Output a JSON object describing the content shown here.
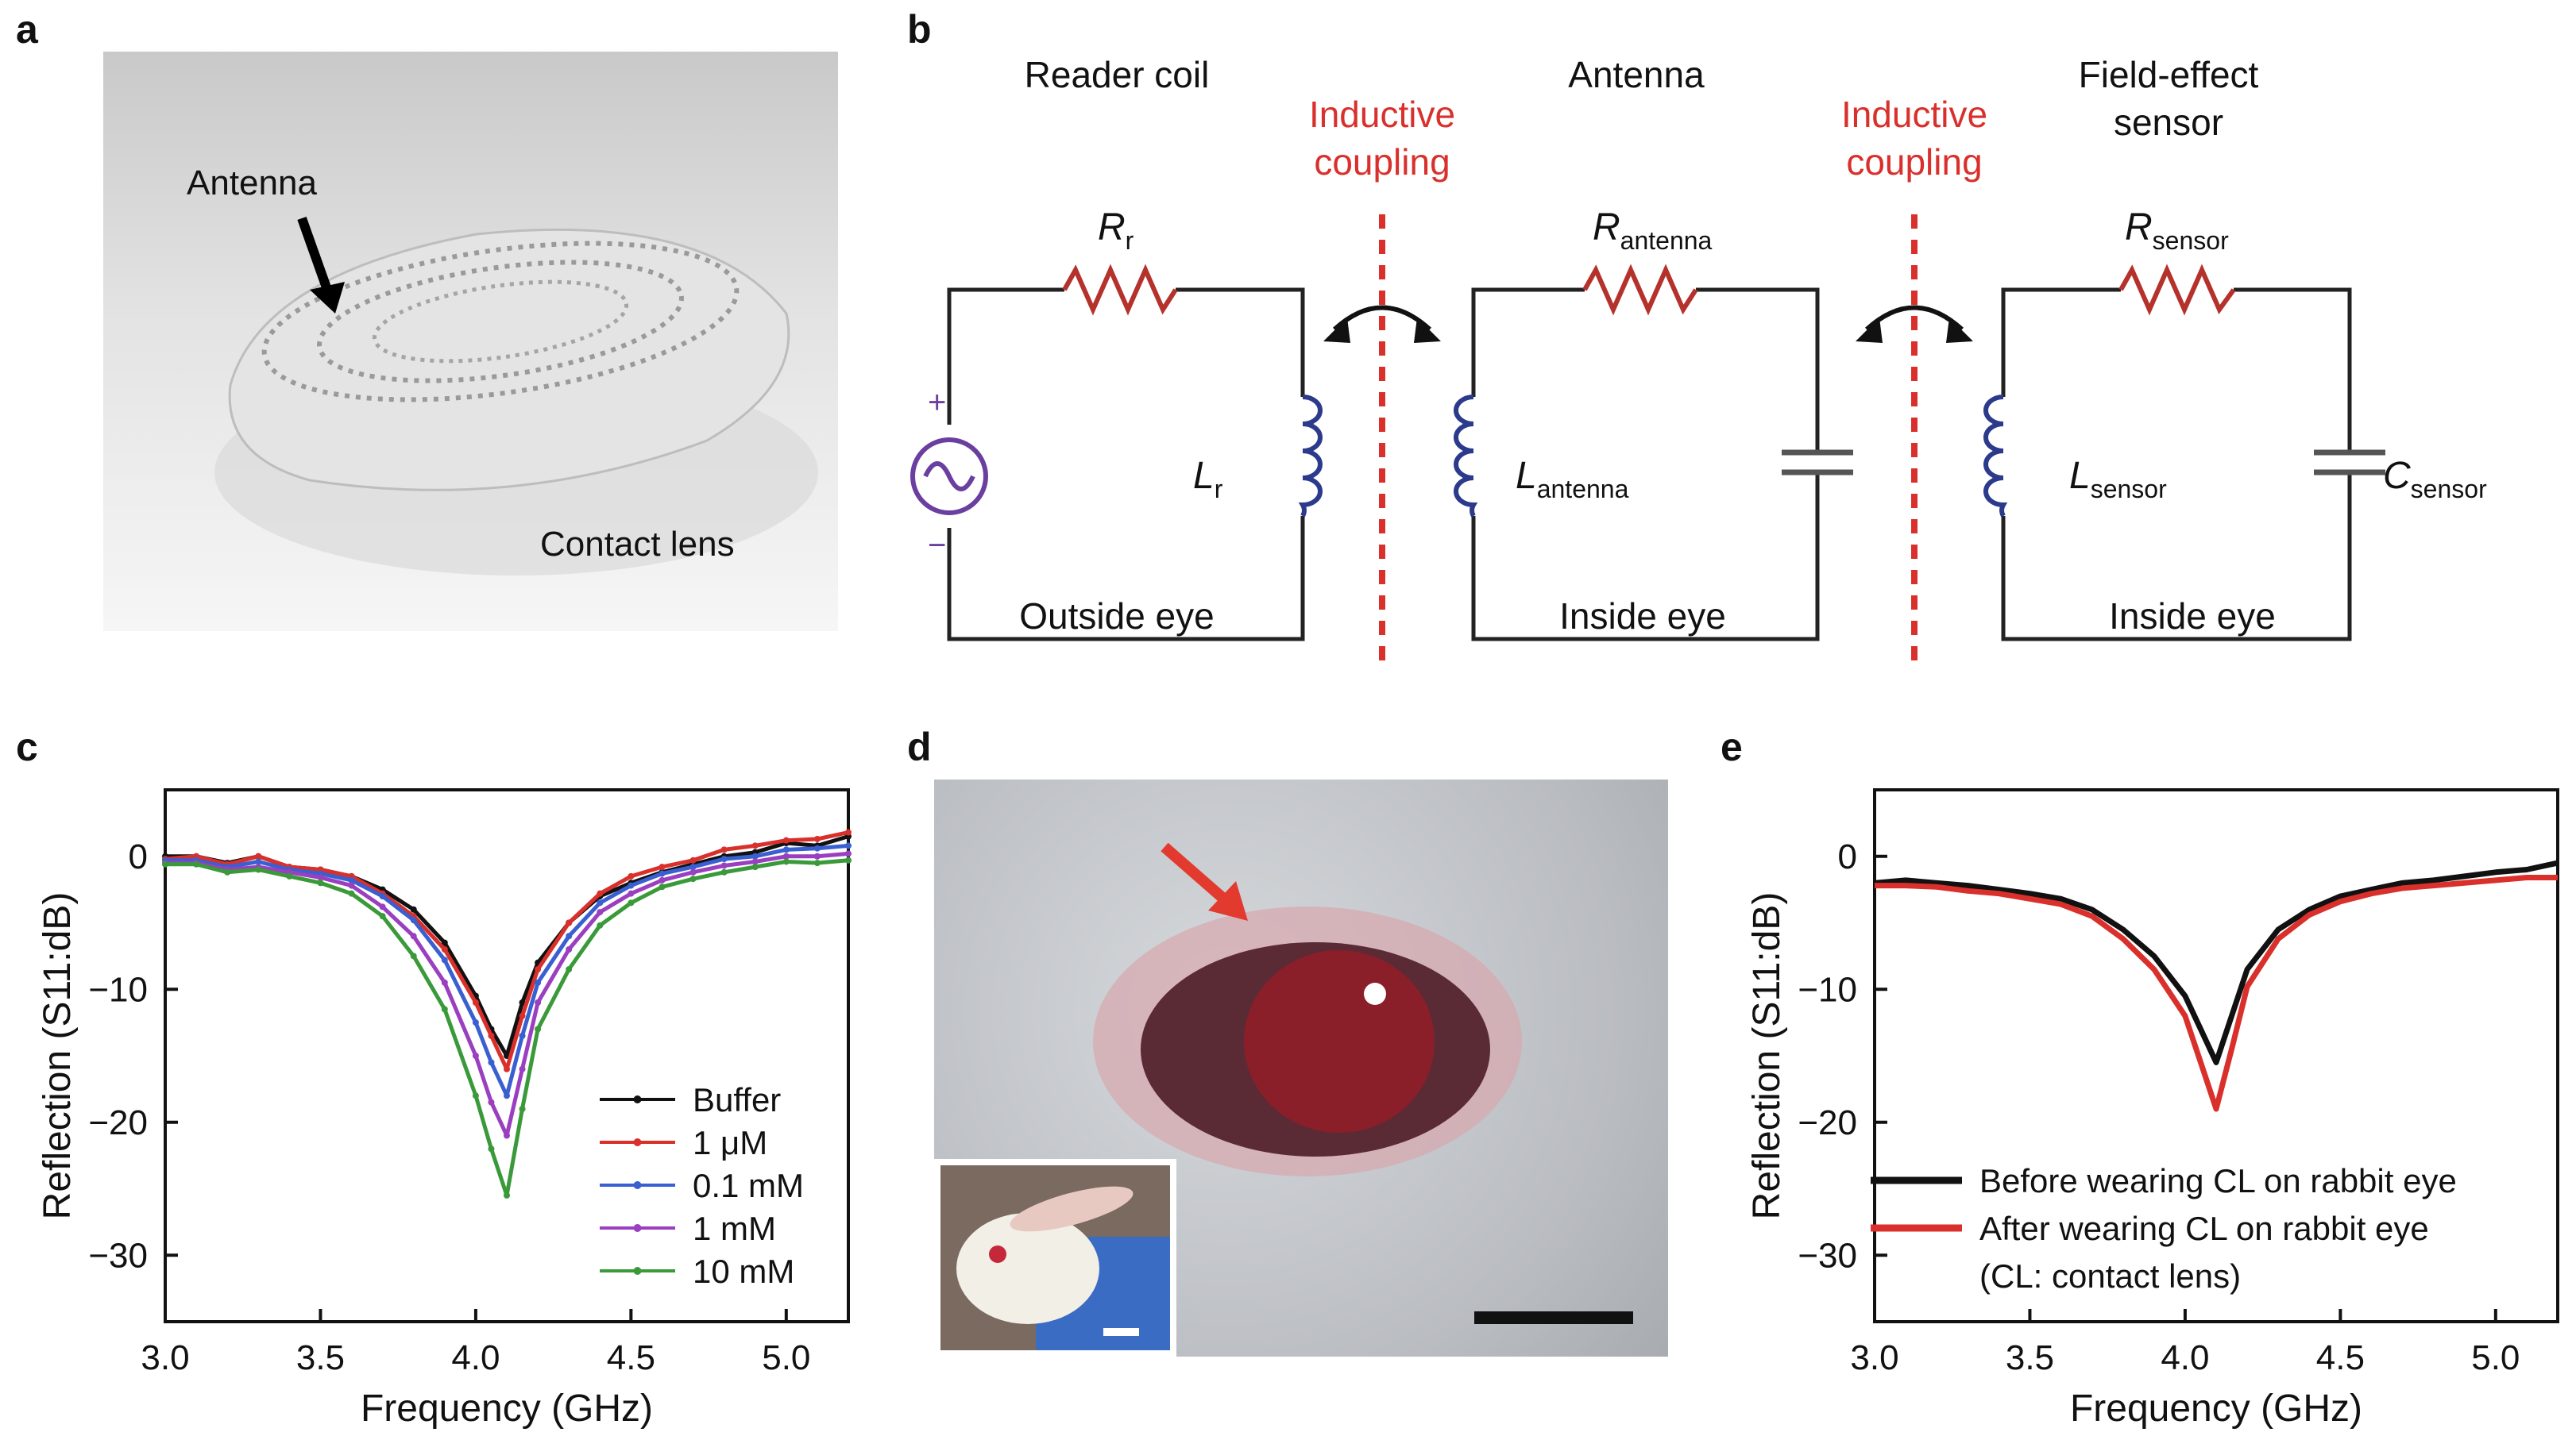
{
  "panels": {
    "a": "a",
    "b": "b",
    "c": "c",
    "d": "d",
    "e": "e"
  },
  "panel_a": {
    "antenna_label": "Antenna",
    "lens_label": "Contact lens"
  },
  "panel_b": {
    "reader_coil": "Reader coil",
    "antenna": "Antenna",
    "sensor_line1": "Field-effect",
    "sensor_line2": "sensor",
    "coupling_line1": "Inductive",
    "coupling_line2": "coupling",
    "R": "R",
    "r": "r",
    "L": "L",
    "C": "C",
    "antenna_sub": "antenna",
    "sensor_sub": "sensor",
    "plus": "+",
    "minus": "−",
    "outside_eye": "Outside eye",
    "inside_eye": "Inside eye",
    "colors": {
      "resistor": "#b5322c",
      "inductor": "#2b3a8a",
      "source": "#6b3fa0",
      "coupling": "#d9302c"
    }
  },
  "chart_data": [
    {
      "id": "c",
      "type": "line",
      "xlabel": "Frequency (GHz)",
      "ylabel": "Reflection (S11:dB)",
      "xlim": [
        3.0,
        5.2
      ],
      "ylim": [
        -35,
        5
      ],
      "xticks": [
        "3.0",
        "3.5",
        "4.0",
        "4.5",
        "5.0"
      ],
      "yticks": [
        "0",
        "−10",
        "−20",
        "−30"
      ],
      "ytick_values": [
        0,
        -10,
        -20,
        -30
      ],
      "grid": false,
      "legend_position": "bottom-right",
      "x": [
        3.0,
        3.1,
        3.2,
        3.3,
        3.4,
        3.5,
        3.6,
        3.7,
        3.8,
        3.9,
        4.0,
        4.05,
        4.1,
        4.15,
        4.2,
        4.3,
        4.4,
        4.5,
        4.6,
        4.7,
        4.8,
        4.9,
        5.0,
        5.1,
        5.2
      ],
      "series": [
        {
          "name": "Buffer",
          "color": "#111111",
          "values": [
            0,
            0,
            -0.5,
            0,
            -0.8,
            -1,
            -1.5,
            -2.5,
            -4,
            -6.5,
            -10.5,
            -13,
            -15,
            -11,
            -8,
            -5,
            -3,
            -2,
            -1.2,
            -0.6,
            0,
            0.3,
            1,
            0.8,
            1.5
          ]
        },
        {
          "name": "1 μM",
          "color": "#d9302c",
          "values": [
            -0.2,
            0,
            -0.6,
            0,
            -0.8,
            -1,
            -1.5,
            -2.8,
            -4.5,
            -7,
            -11,
            -13.5,
            -16,
            -12,
            -8.5,
            -5,
            -2.8,
            -1.5,
            -0.8,
            -0.3,
            0.5,
            0.8,
            1.2,
            1.3,
            1.8
          ]
        },
        {
          "name": "0.1 mM",
          "color": "#3a5fd0",
          "values": [
            -0.3,
            -0.3,
            -0.8,
            -0.4,
            -1,
            -1.3,
            -1.8,
            -3,
            -4.8,
            -7.8,
            -12.5,
            -15.5,
            -18,
            -13.5,
            -9.5,
            -6,
            -3.5,
            -2.2,
            -1.3,
            -0.8,
            -0.2,
            0,
            0.5,
            0.6,
            0.8
          ]
        },
        {
          "name": "1 mM",
          "color": "#9a3fc0",
          "values": [
            -0.5,
            -0.5,
            -1,
            -0.8,
            -1.2,
            -1.6,
            -2.2,
            -3.8,
            -6,
            -9.5,
            -15,
            -18.5,
            -21,
            -16,
            -11,
            -7,
            -4.2,
            -2.8,
            -1.8,
            -1.2,
            -0.7,
            -0.4,
            0,
            0,
            0.2
          ]
        },
        {
          "name": "10 mM",
          "color": "#3a9a3a",
          "values": [
            -0.6,
            -0.6,
            -1.2,
            -1,
            -1.5,
            -2,
            -2.8,
            -4.5,
            -7.5,
            -11.5,
            -18,
            -22,
            -25.5,
            -19,
            -13,
            -8.5,
            -5.2,
            -3.5,
            -2.3,
            -1.7,
            -1.2,
            -0.8,
            -0.4,
            -0.5,
            -0.3
          ]
        }
      ]
    },
    {
      "id": "e",
      "type": "line",
      "xlabel": "Frequency (GHz)",
      "ylabel": "Reflection (S11:dB)",
      "xlim": [
        3.0,
        5.2
      ],
      "ylim": [
        -35,
        5
      ],
      "xticks": [
        "3.0",
        "3.5",
        "4.0",
        "4.5",
        "5.0"
      ],
      "yticks": [
        "0",
        "−10",
        "−20",
        "−30"
      ],
      "ytick_values": [
        0,
        -10,
        -20,
        -30
      ],
      "grid": false,
      "legend_position": "bottom-left",
      "x": [
        3.0,
        3.1,
        3.2,
        3.3,
        3.4,
        3.5,
        3.6,
        3.7,
        3.8,
        3.9,
        4.0,
        4.05,
        4.1,
        4.15,
        4.2,
        4.3,
        4.4,
        4.5,
        4.6,
        4.7,
        4.8,
        4.9,
        5.0,
        5.1,
        5.2
      ],
      "series": [
        {
          "name": "Before wearing CL on rabbit eye",
          "color": "#111111",
          "values": [
            -2,
            -1.8,
            -2,
            -2.2,
            -2.5,
            -2.8,
            -3.2,
            -4,
            -5.5,
            -7.5,
            -10.5,
            -13,
            -15.5,
            -12,
            -8.5,
            -5.5,
            -4,
            -3,
            -2.5,
            -2,
            -1.8,
            -1.5,
            -1.2,
            -1,
            -0.5
          ]
        },
        {
          "name": "After wearing CL on rabbit eye",
          "color": "#d9302c",
          "values": [
            -2.2,
            -2.2,
            -2.3,
            -2.6,
            -2.8,
            -3.2,
            -3.6,
            -4.5,
            -6.2,
            -8.5,
            -12,
            -15.5,
            -19,
            -14.5,
            -9.8,
            -6.2,
            -4.4,
            -3.4,
            -2.8,
            -2.4,
            -2.2,
            -2,
            -1.8,
            -1.6,
            -1.6
          ]
        }
      ],
      "legend_note": "(CL: contact lens)"
    }
  ]
}
